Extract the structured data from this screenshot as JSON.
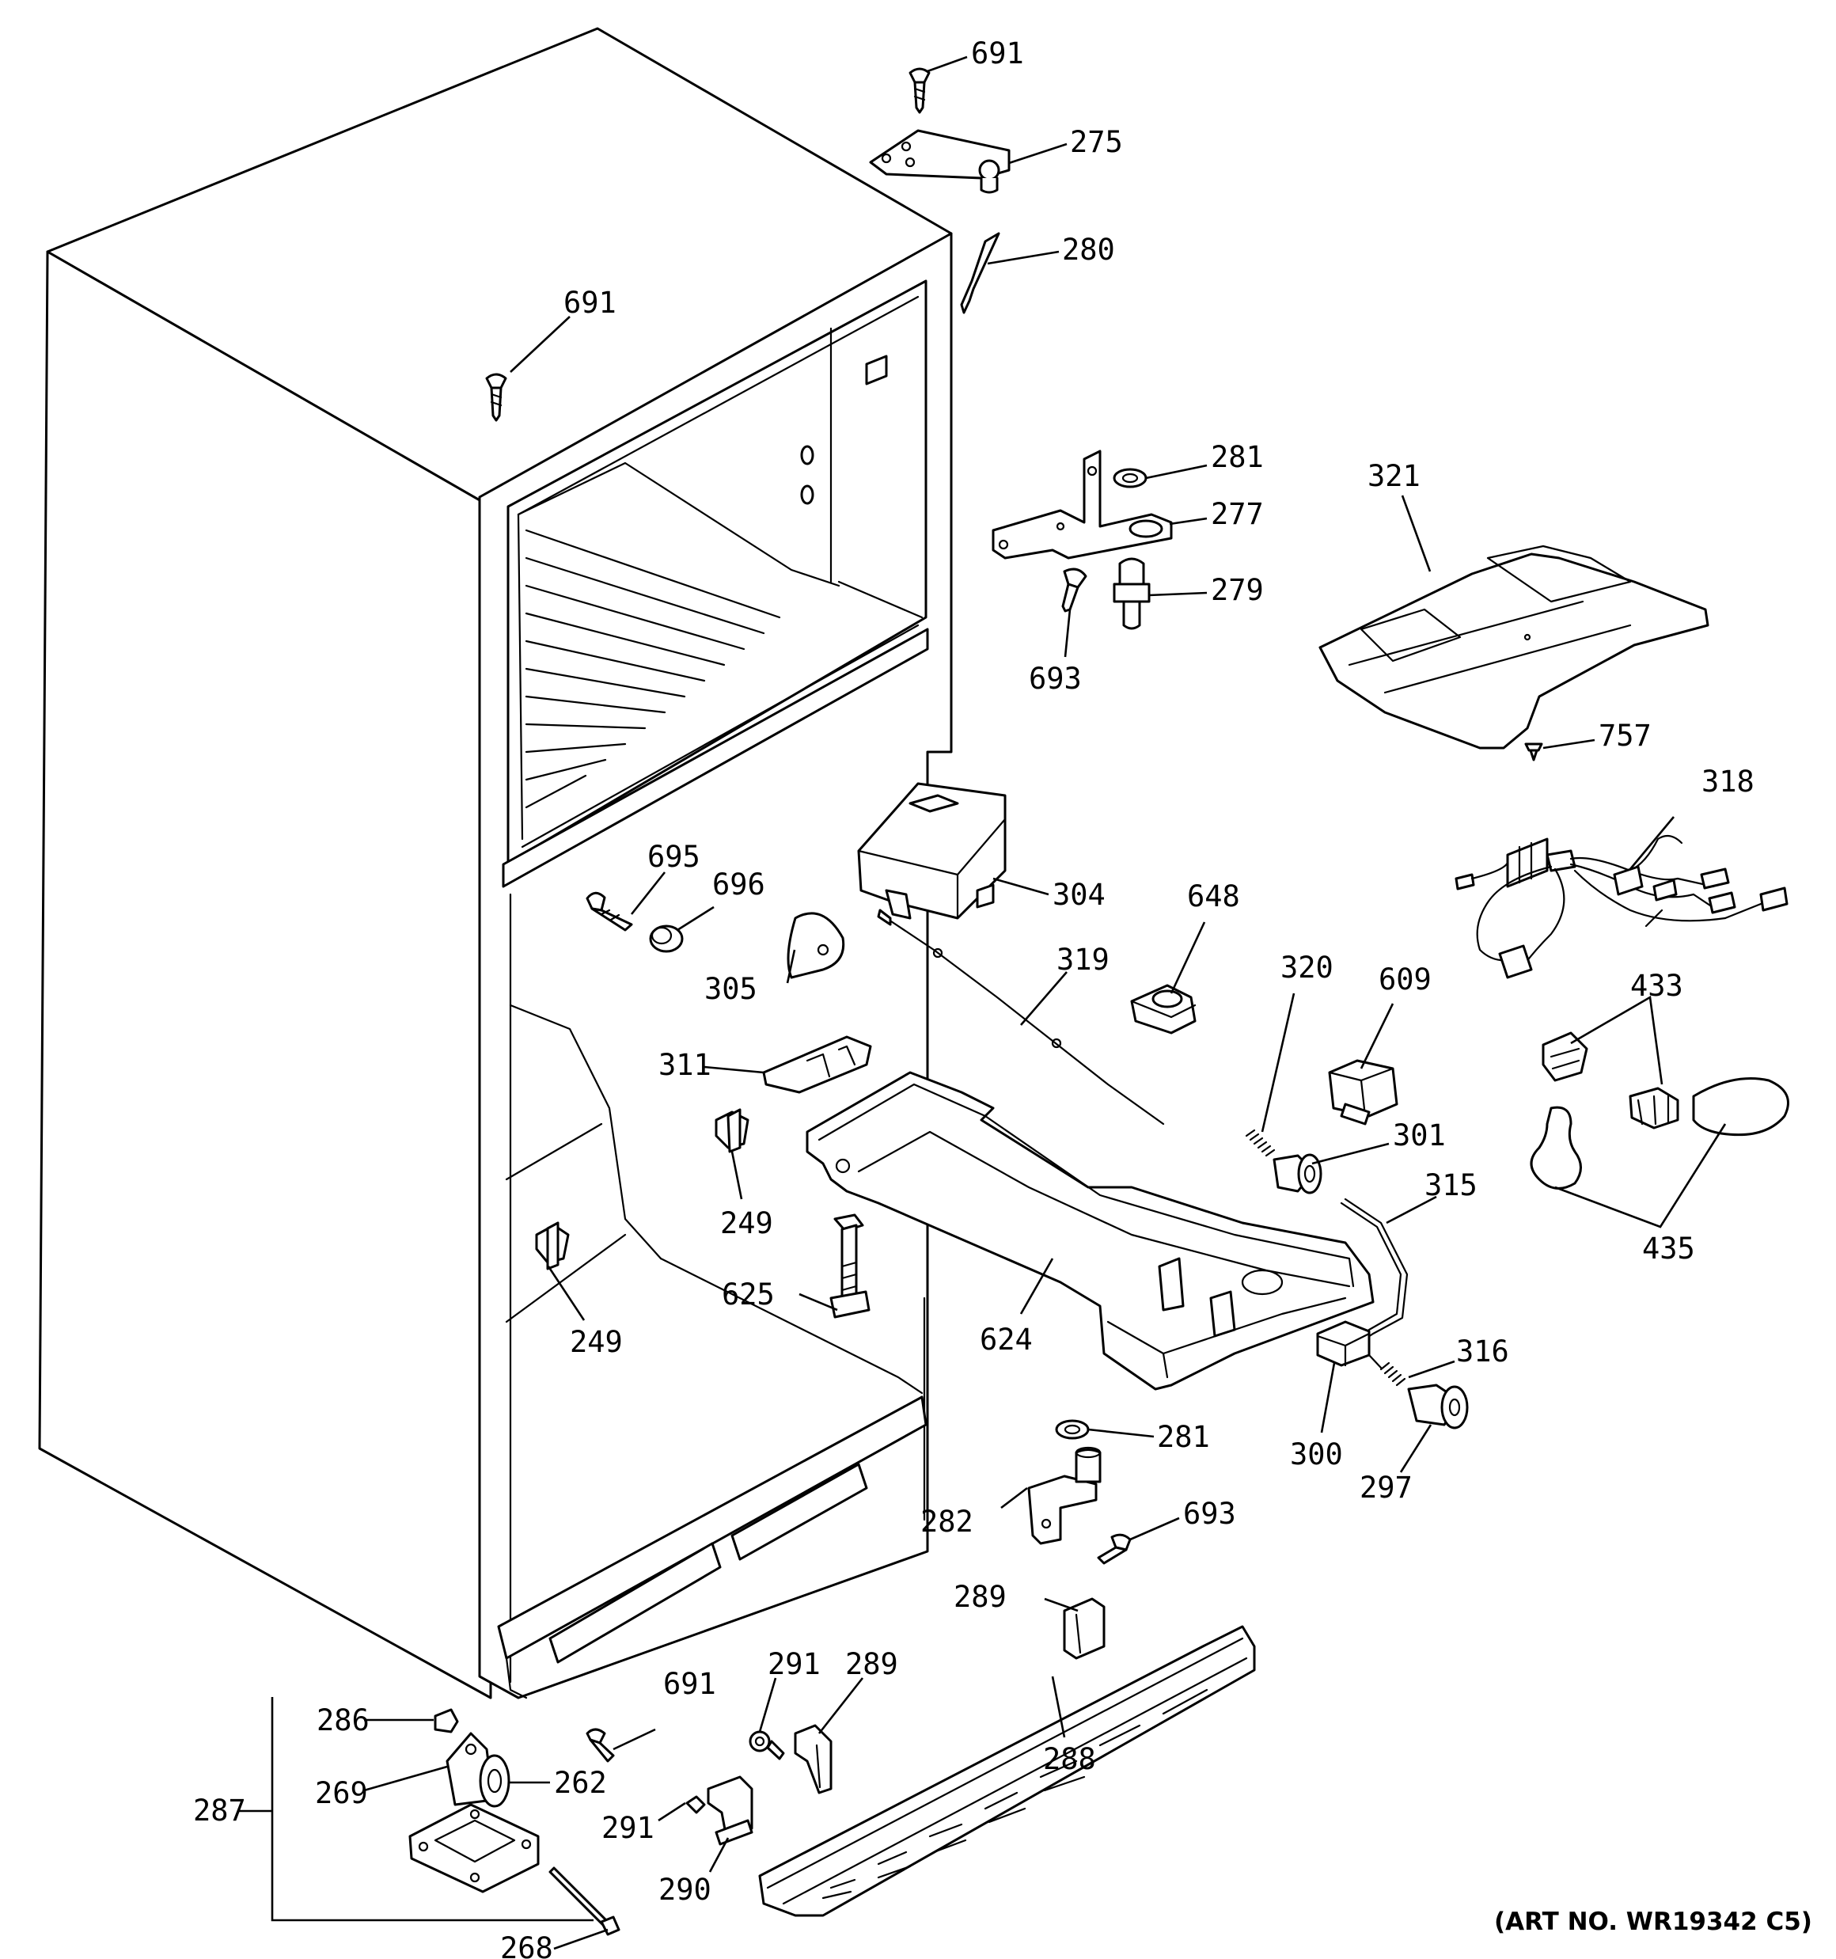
{
  "diagram": {
    "art_number": "(ART NO. WR19342 C5)",
    "labels": {
      "p691_top": "691",
      "p275": "275",
      "p280": "280",
      "p691_left": "691",
      "p281_top": "281",
      "p277": "277",
      "p279": "279",
      "p693_top": "693",
      "p321": "321",
      "p757": "757",
      "p318": "318",
      "p695": "695",
      "p696": "696",
      "p304": "304",
      "p648": "648",
      "p305": "305",
      "p319": "319",
      "p320": "320",
      "p609": "609",
      "p433": "433",
      "p311": "311",
      "p301": "301",
      "p315": "315",
      "p249_mid": "249",
      "p435": "435",
      "p625": "625",
      "p249_left": "249",
      "p624": "624",
      "p316": "316",
      "p281_bottom": "281",
      "p300": "300",
      "p297": "297",
      "p282": "282",
      "p693_bottom": "693",
      "p289_right": "289",
      "p291_top": "291",
      "p289_mid": "289",
      "p691_bottom": "691",
      "p286": "286",
      "p262": "262",
      "p269": "269",
      "p287": "287",
      "p288": "288",
      "p291_bottom": "291",
      "p290": "290",
      "p268": "268"
    }
  }
}
